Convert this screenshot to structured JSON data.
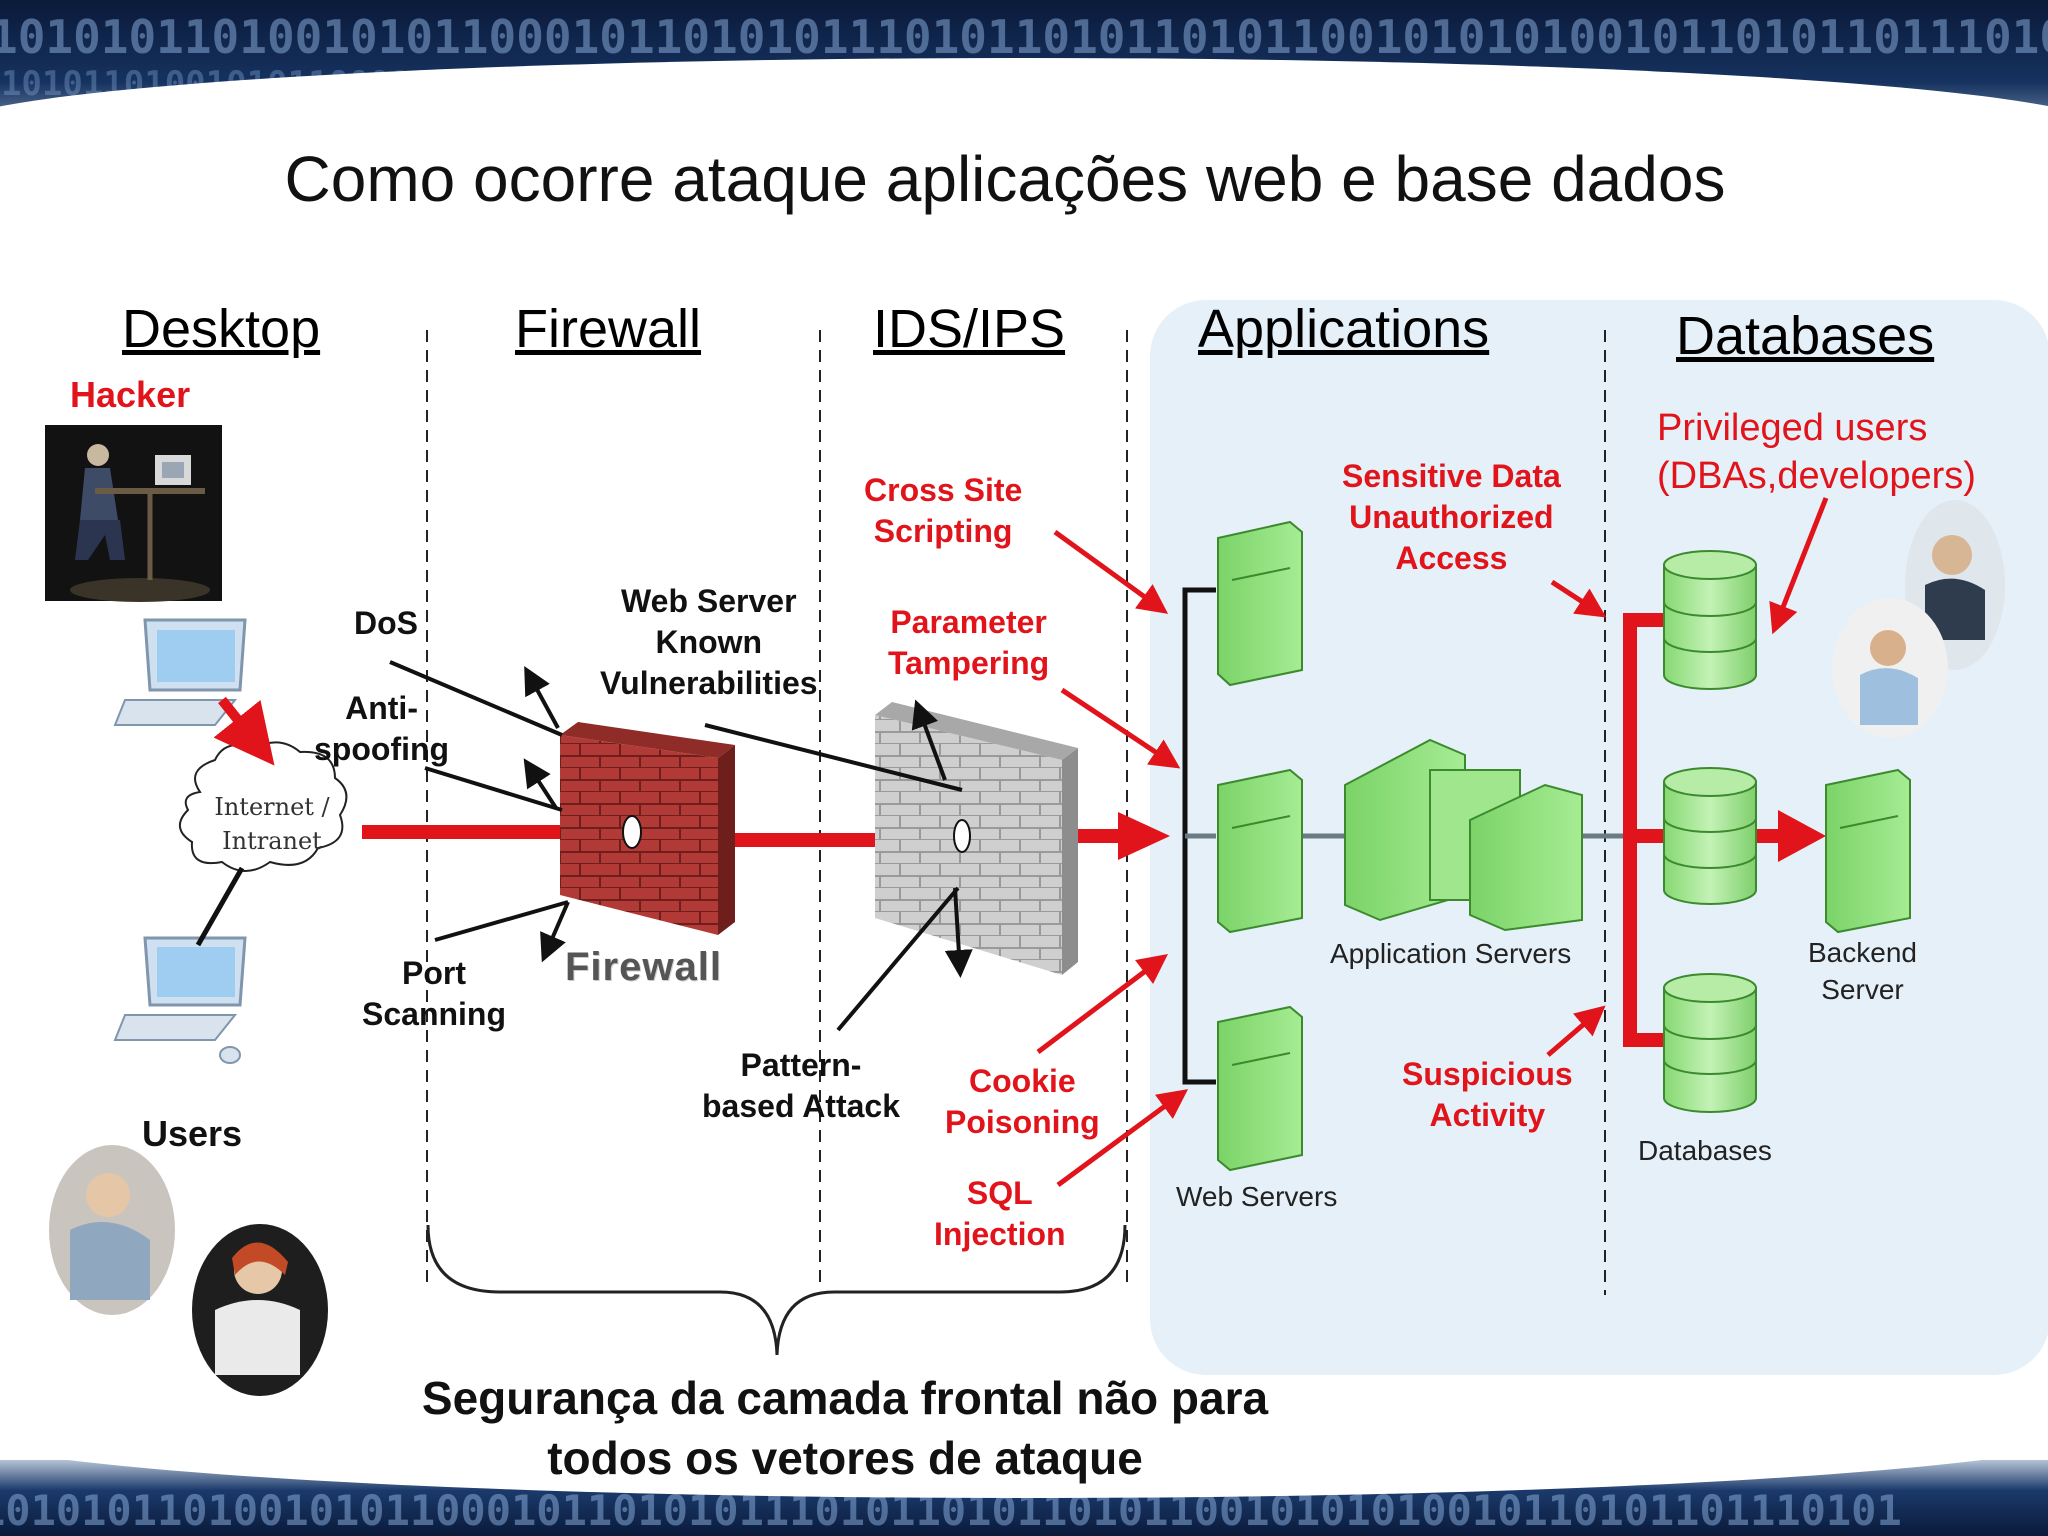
{
  "slide": {
    "title": "Como ocorre ataque aplicações web e base dados",
    "binary_top": "1010101101001010110001011010101110101101011010110010101010010110101101110101",
    "binary_bottom": "1010101101001010110001011010101110101101011010110010101010010110101101110101"
  },
  "columns": {
    "desktop": "Desktop",
    "firewall": "Firewall",
    "ids_ips": "IDS/IPS",
    "applications": "Applications",
    "databases": "Databases"
  },
  "desktop": {
    "hacker_label": "Hacker",
    "cloud_line1": "Internet /",
    "cloud_line2": "Intranet",
    "users_label": "Users"
  },
  "firewall_zone": {
    "dos": "DoS",
    "anti_spoofing_1": "Anti-",
    "anti_spoofing_2": "spoofing",
    "port_scanning_1": "Port",
    "port_scanning_2": "Scanning",
    "firewall_word": "Firewall"
  },
  "ids_zone": {
    "web_server_vuln_1": "Web Server",
    "web_server_vuln_2": "Known",
    "web_server_vuln_3": "Vulnerabilities",
    "pattern_attack_1": "Pattern-",
    "pattern_attack_2": "based Attack"
  },
  "app_attacks": {
    "xss_1": "Cross Site",
    "xss_2": "Scripting",
    "param_1": "Parameter",
    "param_2": "Tampering",
    "cookie_1": "Cookie",
    "cookie_2": "Poisoning",
    "sql_1": "SQL",
    "sql_2": "Injection"
  },
  "applications": {
    "app_servers": "Application Servers",
    "web_servers": "Web Servers"
  },
  "db_zone": {
    "sensitive_1": "Sensitive Data",
    "sensitive_2": "Unauthorized",
    "sensitive_3": "Access",
    "suspicious_1": "Suspicious",
    "suspicious_2": "Activity",
    "privileged_1": "Privileged users",
    "privileged_2": "(DBAs,developers)",
    "databases": "Databases",
    "backend_1": "Backend",
    "backend_2": "Server"
  },
  "caption": {
    "line1": "Segurança da camada frontal não para",
    "line2": "todos os vetores de ataque"
  },
  "colors": {
    "attack_red": "#e0141a",
    "server_green": "#8ee07a",
    "panel_blue": "#e6f0f8",
    "brick_red": "#b23a36",
    "ids_gray": "#c9c9c9"
  }
}
